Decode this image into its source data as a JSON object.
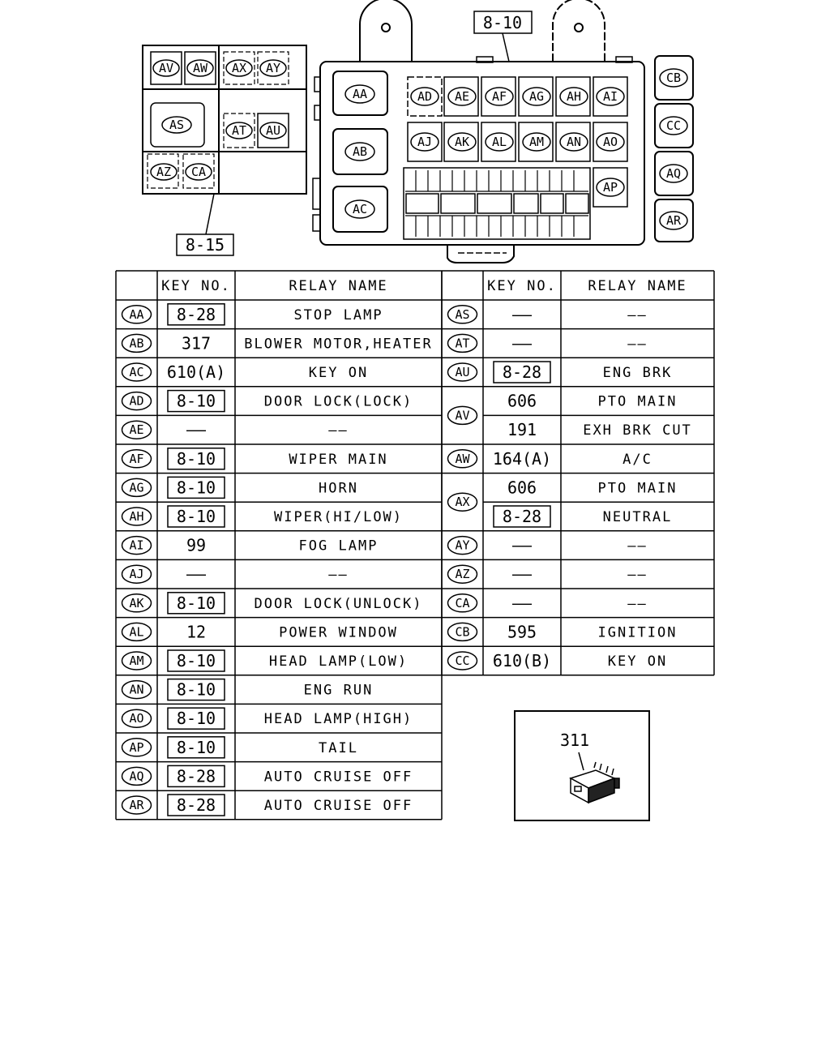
{
  "diagram": {
    "callouts": {
      "main_box": "8-10",
      "sub_box": "8-15"
    },
    "sub_box_relays": [
      {
        "id": "AV"
      },
      {
        "id": "AW"
      },
      {
        "id": "AX"
      },
      {
        "id": "AY"
      },
      {
        "id": "AS"
      },
      {
        "id": "AT"
      },
      {
        "id": "AU"
      },
      {
        "id": "AZ"
      },
      {
        "id": "CA"
      }
    ],
    "main_box_relays": [
      {
        "id": "AA"
      },
      {
        "id": "AB"
      },
      {
        "id": "AC"
      },
      {
        "id": "AD"
      },
      {
        "id": "AE"
      },
      {
        "id": "AF"
      },
      {
        "id": "AG"
      },
      {
        "id": "AH"
      },
      {
        "id": "AI"
      },
      {
        "id": "AJ"
      },
      {
        "id": "AK"
      },
      {
        "id": "AL"
      },
      {
        "id": "AM"
      },
      {
        "id": "AN"
      },
      {
        "id": "AO"
      },
      {
        "id": "AP"
      }
    ],
    "side_relays": [
      {
        "id": "CB"
      },
      {
        "id": "CC"
      },
      {
        "id": "AQ"
      },
      {
        "id": "AR"
      }
    ],
    "inset_label": "311"
  },
  "table": {
    "headers": {
      "key_no": "KEY NO.",
      "relay_name": "RELAY NAME"
    },
    "dash": "——",
    "left": [
      {
        "id": "AA",
        "key": "8-28",
        "boxed": true,
        "name": "STOP LAMP"
      },
      {
        "id": "AB",
        "key": "317",
        "boxed": false,
        "name": "BLOWER MOTOR,HEATER"
      },
      {
        "id": "AC",
        "key": "610(A)",
        "boxed": false,
        "name": "KEY ON"
      },
      {
        "id": "AD",
        "key": "8-10",
        "boxed": true,
        "name": "DOOR LOCK(LOCK)"
      },
      {
        "id": "AE",
        "key": "——",
        "boxed": false,
        "name": "——"
      },
      {
        "id": "AF",
        "key": "8-10",
        "boxed": true,
        "name": "WIPER MAIN"
      },
      {
        "id": "AG",
        "key": "8-10",
        "boxed": true,
        "name": "HORN"
      },
      {
        "id": "AH",
        "key": "8-10",
        "boxed": true,
        "name": "WIPER(HI/LOW)"
      },
      {
        "id": "AI",
        "key": "99",
        "boxed": false,
        "name": "FOG LAMP"
      },
      {
        "id": "AJ",
        "key": "——",
        "boxed": false,
        "name": "——"
      },
      {
        "id": "AK",
        "key": "8-10",
        "boxed": true,
        "name": "DOOR LOCK(UNLOCK)"
      },
      {
        "id": "AL",
        "key": "12",
        "boxed": false,
        "name": "POWER WINDOW"
      },
      {
        "id": "AM",
        "key": "8-10",
        "boxed": true,
        "name": "HEAD LAMP(LOW)"
      },
      {
        "id": "AN",
        "key": "8-10",
        "boxed": true,
        "name": "ENG RUN"
      },
      {
        "id": "AO",
        "key": "8-10",
        "boxed": true,
        "name": "HEAD LAMP(HIGH)"
      },
      {
        "id": "AP",
        "key": "8-10",
        "boxed": true,
        "name": "TAIL"
      },
      {
        "id": "AQ",
        "key": "8-28",
        "boxed": true,
        "name": "AUTO CRUISE OFF"
      },
      {
        "id": "AR",
        "key": "8-28",
        "boxed": true,
        "name": "AUTO CRUISE OFF"
      }
    ],
    "right": [
      {
        "id": "AS",
        "rows": 1,
        "entries": [
          {
            "key": "——",
            "boxed": false,
            "name": "——"
          }
        ]
      },
      {
        "id": "AT",
        "rows": 1,
        "entries": [
          {
            "key": "——",
            "boxed": false,
            "name": "——"
          }
        ]
      },
      {
        "id": "AU",
        "rows": 1,
        "entries": [
          {
            "key": "8-28",
            "boxed": true,
            "name": "ENG BRK"
          }
        ]
      },
      {
        "id": "AV",
        "rows": 2,
        "entries": [
          {
            "key": "606",
            "boxed": false,
            "name": "PTO MAIN"
          },
          {
            "key": "191",
            "boxed": false,
            "name": "EXH BRK CUT"
          }
        ]
      },
      {
        "id": "AW",
        "rows": 1,
        "entries": [
          {
            "key": "164(A)",
            "boxed": false,
            "name": "A/C"
          }
        ]
      },
      {
        "id": "AX",
        "rows": 2,
        "entries": [
          {
            "key": "606",
            "boxed": false,
            "name": "PTO MAIN"
          },
          {
            "key": "8-28",
            "boxed": true,
            "name": "NEUTRAL"
          }
        ]
      },
      {
        "id": "AY",
        "rows": 1,
        "entries": [
          {
            "key": "——",
            "boxed": false,
            "name": "——"
          }
        ]
      },
      {
        "id": "AZ",
        "rows": 1,
        "entries": [
          {
            "key": "——",
            "boxed": false,
            "name": "——"
          }
        ]
      },
      {
        "id": "CA",
        "rows": 1,
        "entries": [
          {
            "key": "——",
            "boxed": false,
            "name": "——"
          }
        ]
      },
      {
        "id": "CB",
        "rows": 1,
        "entries": [
          {
            "key": "595",
            "boxed": false,
            "name": "IGNITION"
          }
        ]
      },
      {
        "id": "CC",
        "rows": 1,
        "entries": [
          {
            "key": "610(B)",
            "boxed": false,
            "name": "KEY ON"
          }
        ]
      }
    ]
  }
}
